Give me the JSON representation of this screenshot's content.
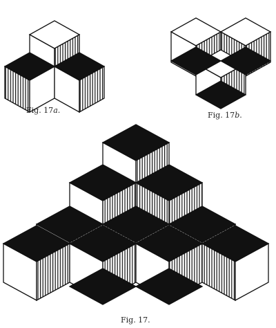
{
  "captions": {
    "fig_a_prefix": "Fig. 17",
    "fig_a_letter": "a",
    "fig_a_suffix": ".",
    "fig_b_prefix": "Fig. 17",
    "fig_b_letter": "b",
    "fig_b_suffix": ".",
    "fig_main": "Fig. 17."
  },
  "colors": {
    "ink": "#111111",
    "paper": "#ffffff"
  }
}
